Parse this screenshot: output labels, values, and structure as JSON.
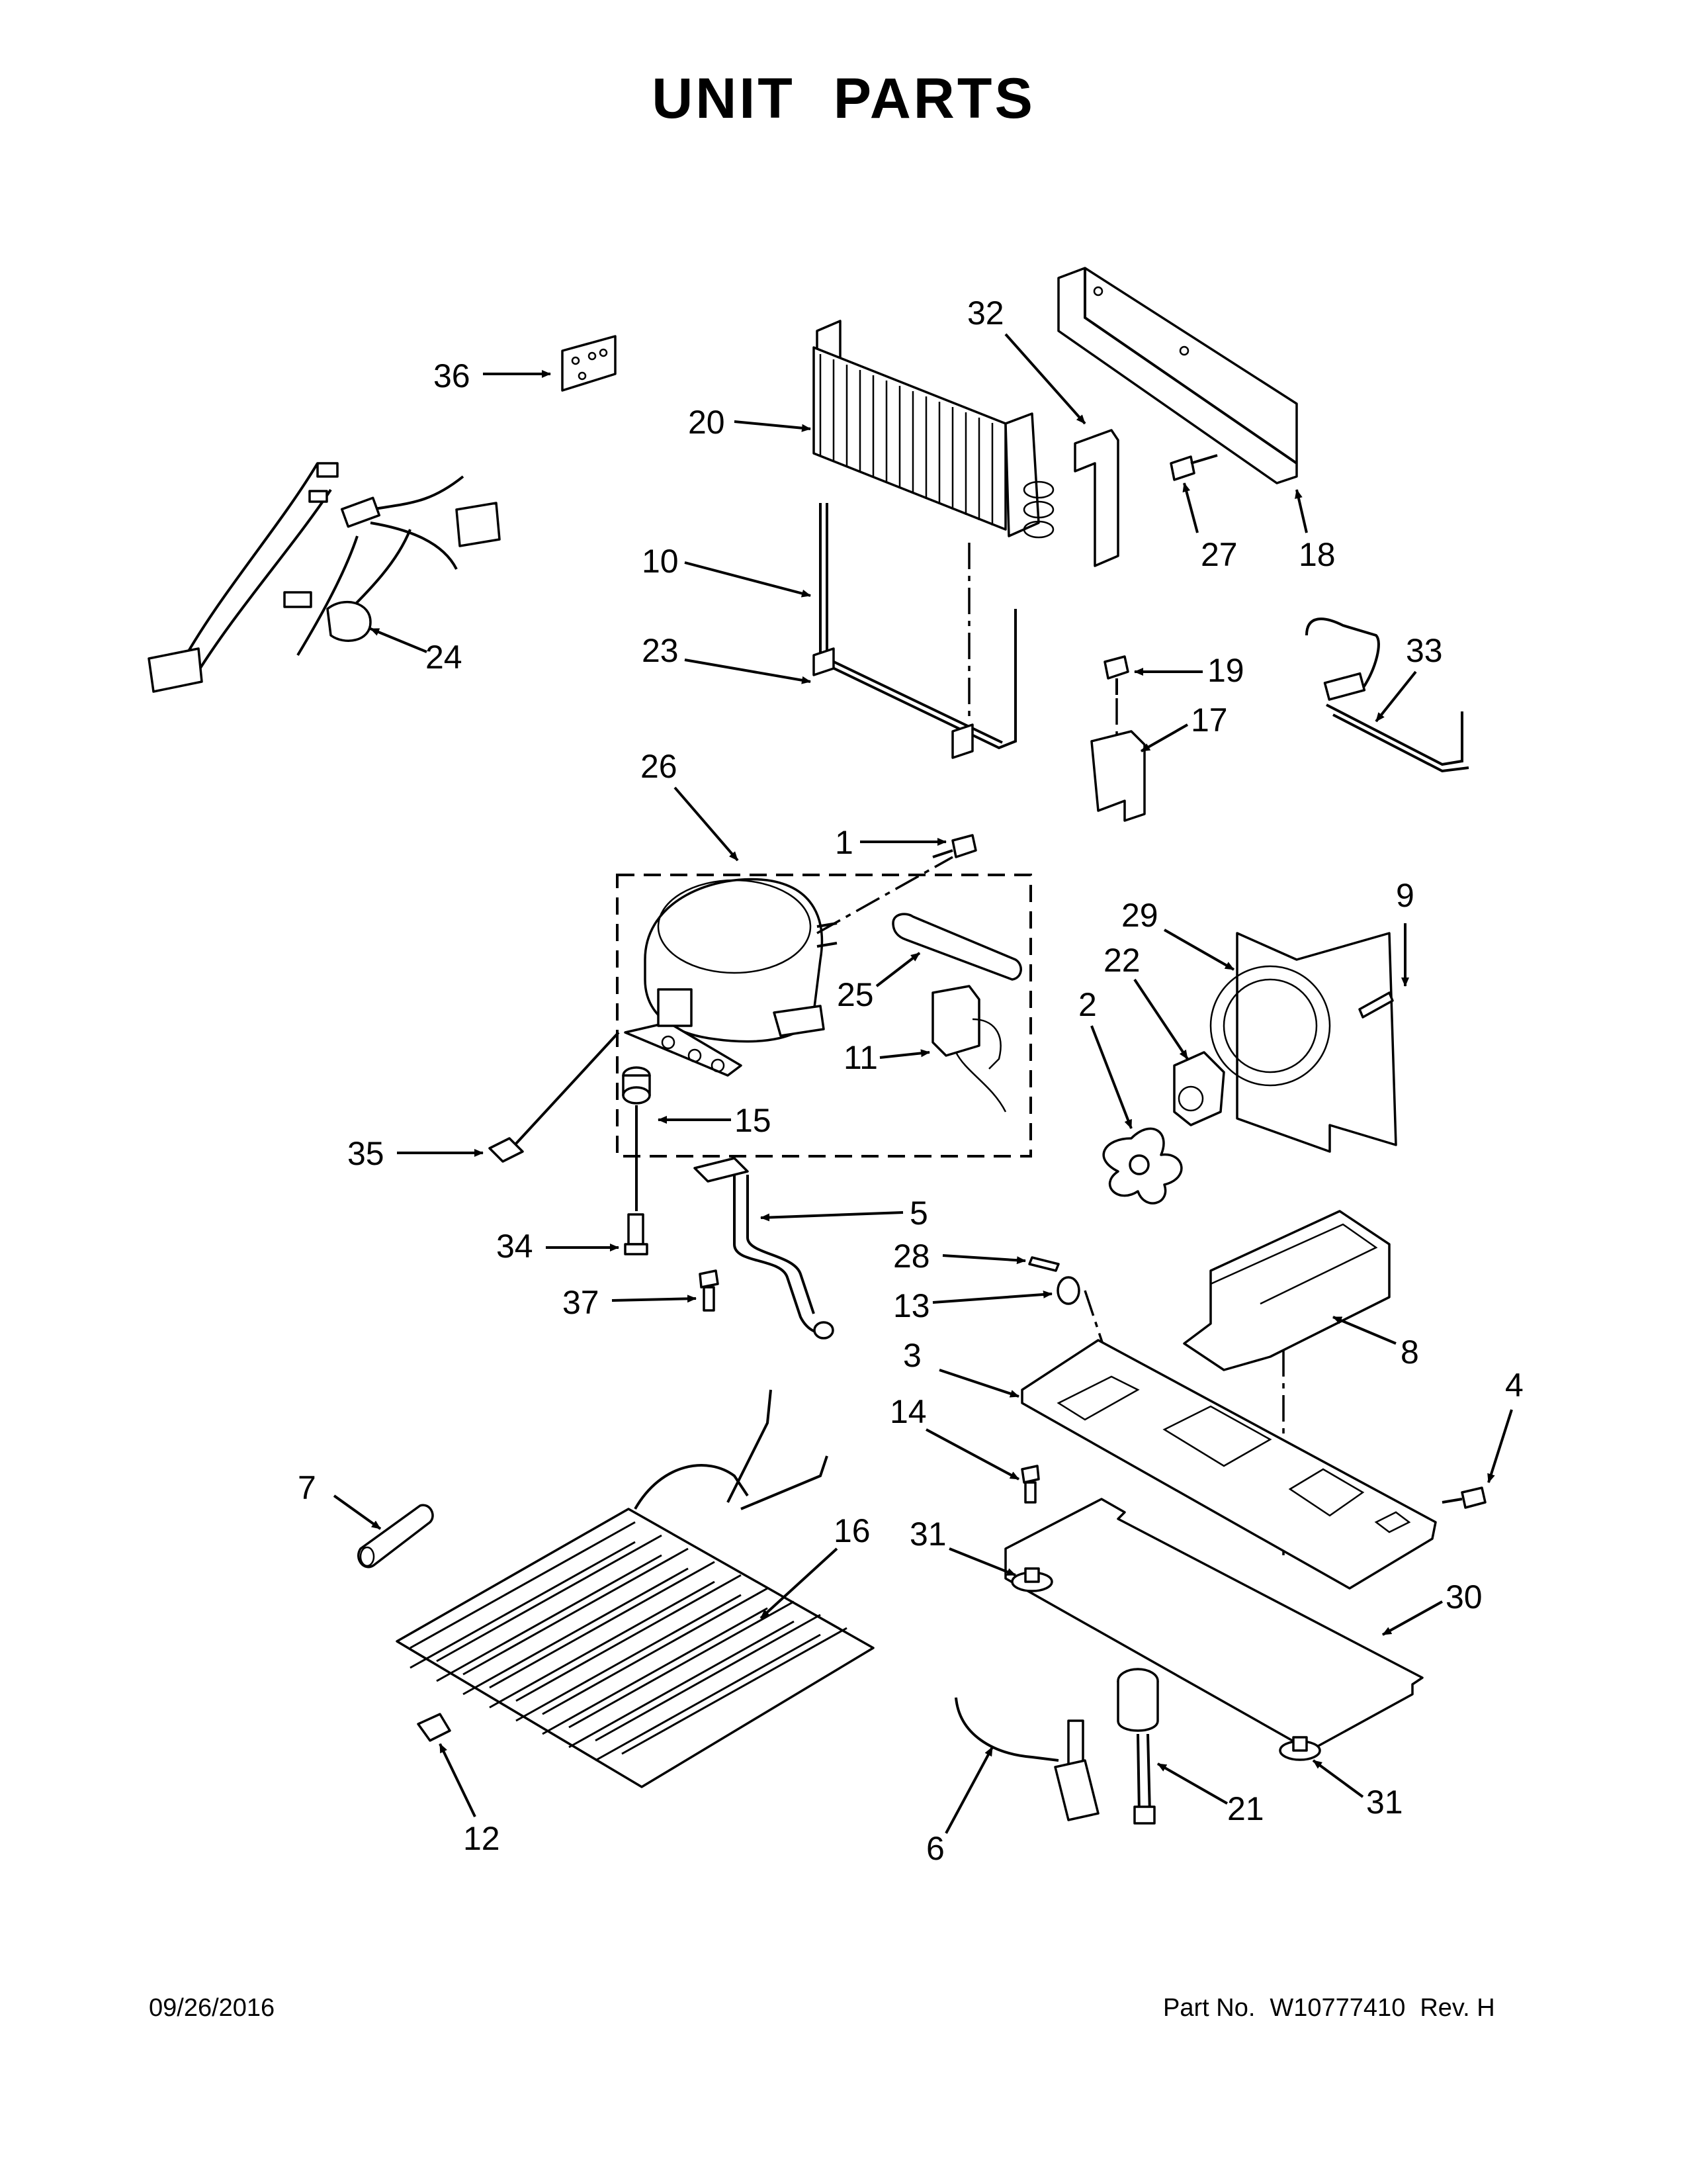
{
  "page": {
    "title": "UNIT PARTS",
    "date": "09/26/2016",
    "part_label": "Part No.",
    "part_number": "W10777410",
    "revision": "Rev. H"
  },
  "callouts": [
    "1",
    "2",
    "3",
    "4",
    "5",
    "6",
    "7",
    "8",
    "9",
    "10",
    "11",
    "12",
    "13",
    "14",
    "15",
    "16",
    "17",
    "18",
    "19",
    "20",
    "21",
    "22",
    "23",
    "24",
    "25",
    "26",
    "27",
    "28",
    "29",
    "30",
    "31",
    "31",
    "32",
    "33",
    "34",
    "35",
    "36",
    "37"
  ]
}
